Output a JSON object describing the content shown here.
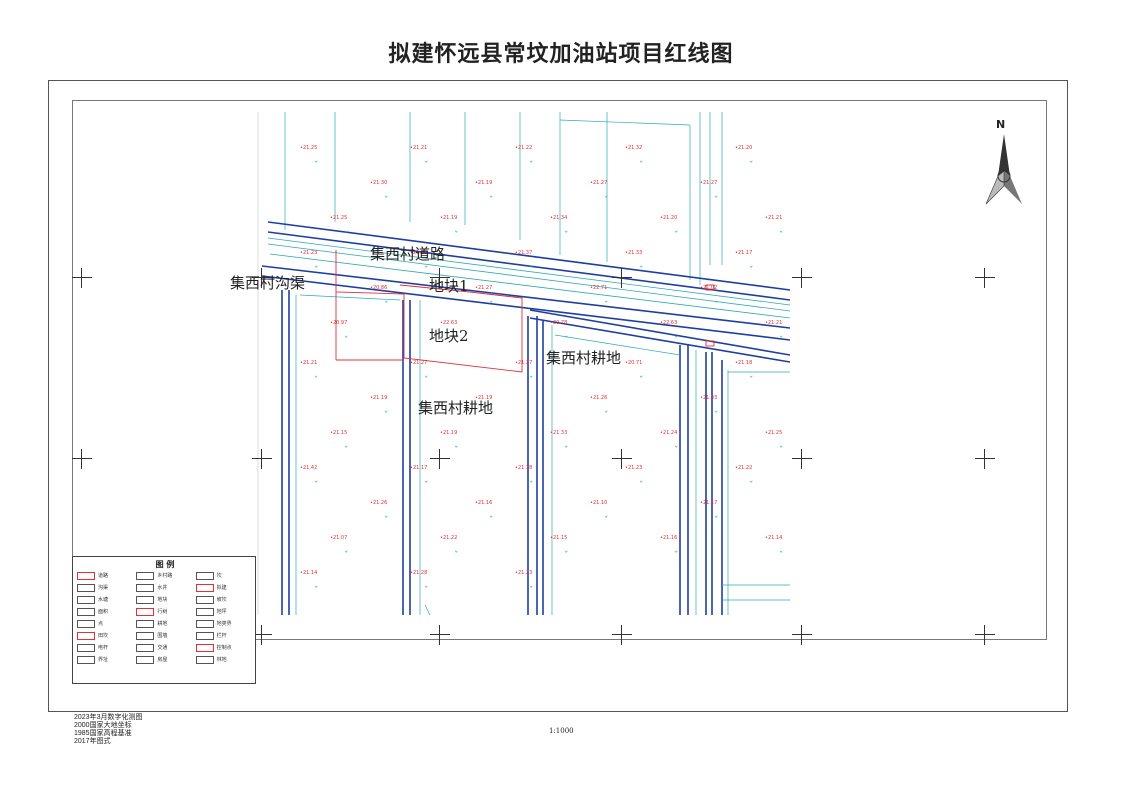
{
  "title": "拟建怀远县常坟加油站项目红线图",
  "labels": {
    "road": "集西村道路",
    "canal": "集西村沟渠",
    "plot1": "地块1",
    "plot2": "地块2",
    "farmland_right": "集西村耕地",
    "farmland_left": "集西村耕地"
  },
  "legend": {
    "title": "图 例",
    "items": [
      "道路",
      "乡村路",
      "坎",
      "沟渠",
      "水井",
      "拟建",
      "水塘",
      "地块",
      "坡坎",
      "面积",
      "行树",
      "地坪",
      "点",
      "耕地",
      "地类界",
      "田坎",
      "围墙",
      "栏杆",
      "电杆",
      "交通",
      "控制点",
      "界址",
      "房屋",
      "林地",
      "界线",
      "规划"
    ]
  },
  "notes": [
    "2023年3月数字化测图",
    "2000国家大地坐标",
    "1985国家高程基准",
    "2017年图式"
  ],
  "scale": "1:1000",
  "north_label": "N",
  "elevations": [
    "21.25",
    "21.21",
    "21.22",
    "21.32",
    "21.20",
    "21.30",
    "21.19",
    "21.27",
    "21.27",
    "21.25",
    "21.19",
    "21.34",
    "21.20",
    "21.21",
    "21.23",
    "21.19",
    "21.37",
    "21.33",
    "21.17",
    "20.86",
    "21.27",
    "22.71",
    "21.02",
    "20.97",
    "22.63",
    "20.78",
    "22.63",
    "21.21",
    "21.21",
    "21.27",
    "21.27",
    "20.71",
    "21.18",
    "21.19",
    "21.19",
    "21.26",
    "21.03",
    "21.15",
    "21.19",
    "21.33",
    "21.24",
    "21.25",
    "21.42",
    "21.17",
    "21.18",
    "21.23",
    "21.22",
    "21.26",
    "21.16",
    "21.10",
    "21.17",
    "21.07",
    "21.22",
    "21.15",
    "21.16",
    "21.14",
    "21.14",
    "21.28",
    "21.23"
  ]
}
